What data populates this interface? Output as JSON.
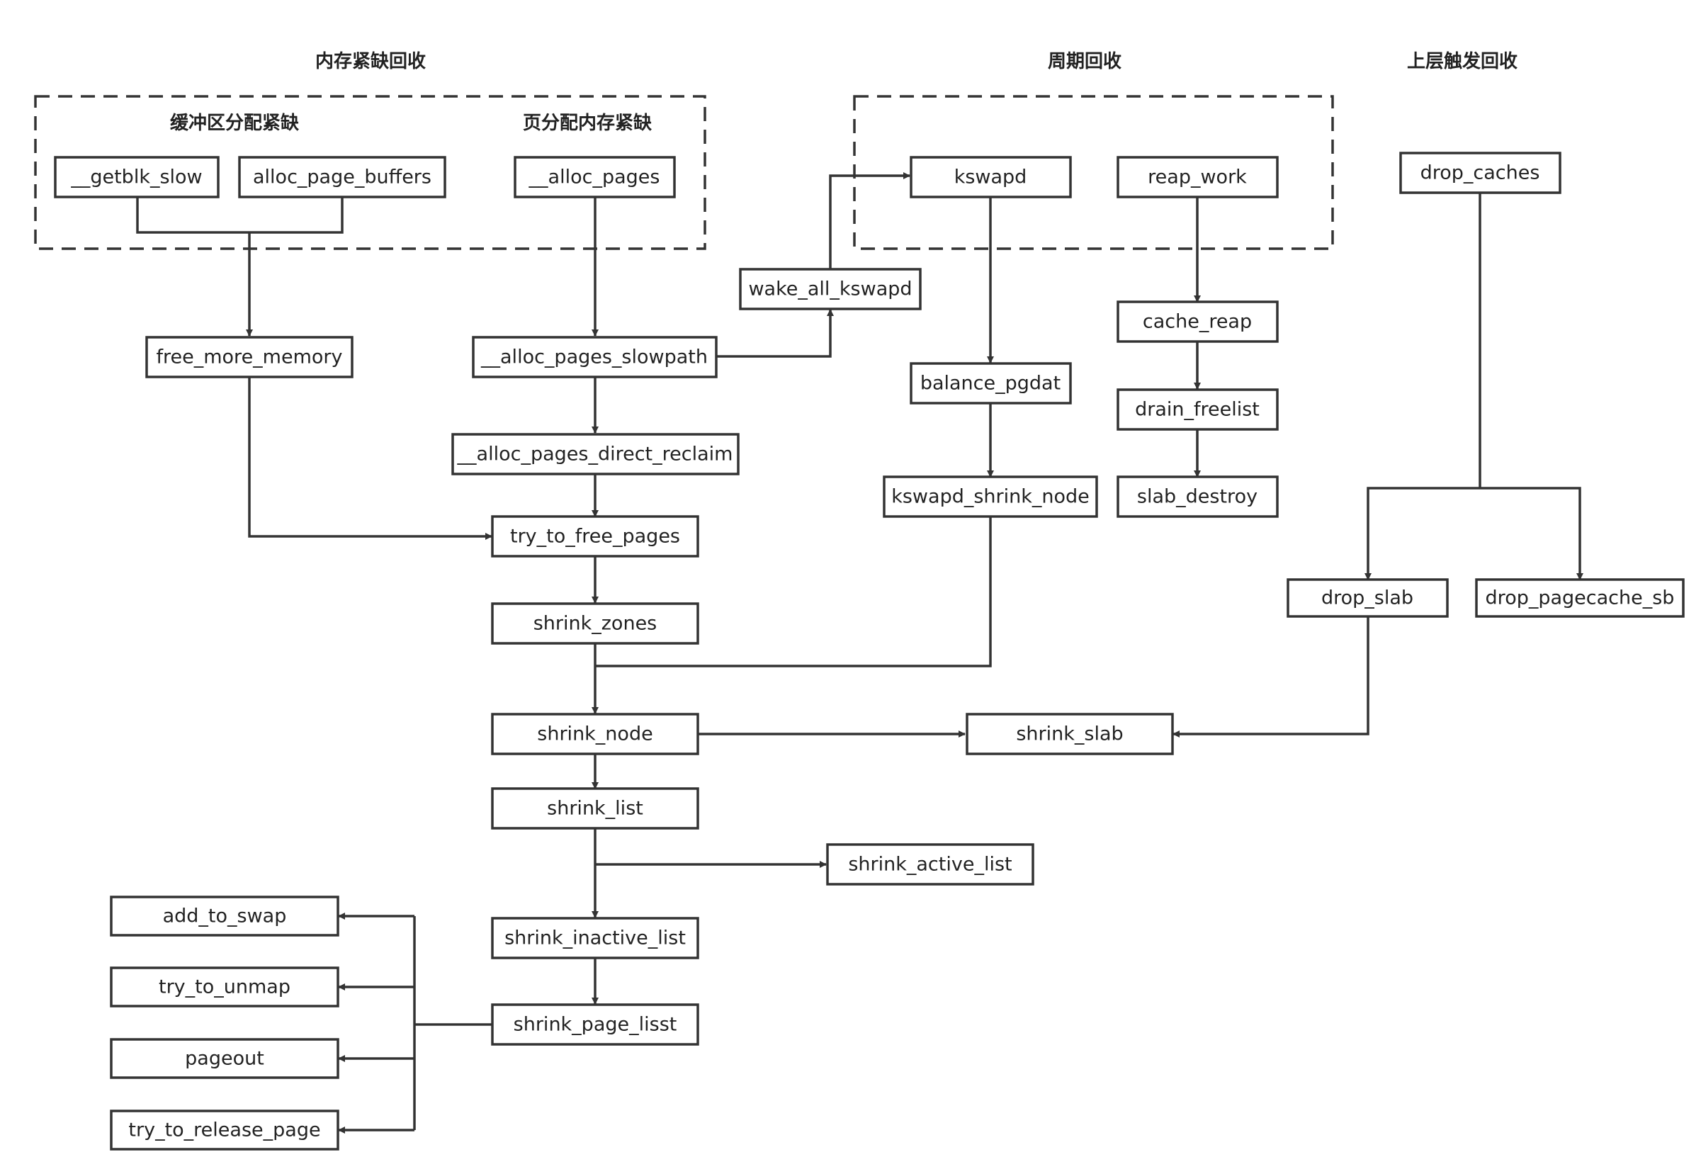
{
  "titles": {
    "memory_pressure": "内存紧缺回收",
    "periodic": "周期回收",
    "upper_triggered": "上层触发回收",
    "buffer_alloc": "缓冲区分配紧缺",
    "page_alloc": "页分配内存紧缺"
  },
  "nodes": {
    "getblk_slow": "__getblk_slow",
    "alloc_page_buffers": "alloc_page_buffers",
    "alloc_pages": "__alloc_pages",
    "kswapd": "kswapd",
    "reap_work": "reap_work",
    "drop_caches": "drop_caches",
    "wake_all_kswapd": "wake_all_kswapd",
    "cache_reap": "cache_reap",
    "free_more_memory": "free_more_memory",
    "alloc_pages_slowpath": "__alloc_pages_slowpath",
    "balance_pgdat": "balance_pgdat",
    "drain_freelist": "drain_freelist",
    "alloc_pages_direct_reclaim": "__alloc_pages_direct_reclaim",
    "kswapd_shrink_node": "kswapd_shrink_node",
    "slab_destroy": "slab_destroy",
    "try_to_free_pages": "try_to_free_pages",
    "drop_slab": "drop_slab",
    "drop_pagecache_sb": "drop_pagecache_sb",
    "shrink_zones": "shrink_zones",
    "shrink_node": "shrink_node",
    "shrink_slab": "shrink_slab",
    "shrink_list": "shrink_list",
    "shrink_active_list": "shrink_active_list",
    "add_to_swap": "add_to_swap",
    "shrink_inactive_list": "shrink_inactive_list",
    "try_to_unmap": "try_to_unmap",
    "shrink_page_lisst": "shrink_page_lisst",
    "pageout": "pageout",
    "try_to_release_page": "try_to_release_page"
  }
}
